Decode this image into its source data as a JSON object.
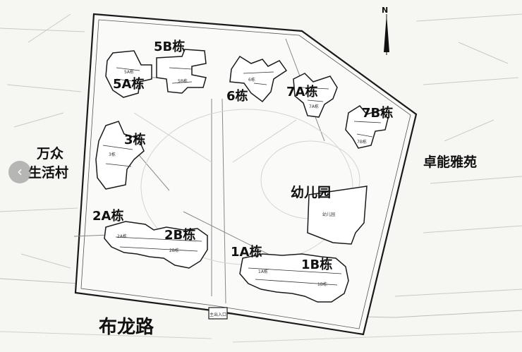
{
  "map": {
    "north": "N",
    "buildings": {
      "b5b": "5B栋",
      "b5a": "5A栋",
      "b6": "6栋",
      "b7a": "7A栋",
      "b7b": "7B栋",
      "b3": "3栋",
      "b2a": "2A栋",
      "b2b": "2B栋",
      "b1a": "1A栋",
      "b1b": "1B栋"
    },
    "areas": {
      "kindergarten": "幼儿园",
      "wanzhong_line1": "万众",
      "wanzhong_line2": "生活村",
      "zhuoneng": "卓能雅苑"
    },
    "road": "布龙路",
    "small_labels": {
      "kindergarten_inner": "幼儿园",
      "b5a": "5A栋",
      "b5b": "5B栋",
      "b6": "6栋",
      "b7a": "7A栋",
      "b7b": "7B栋",
      "b3": "3栋",
      "b2a": "2A栋",
      "b2b": "2B栋",
      "b1a": "1A栋",
      "b1b": "1B栋",
      "gate": "主出入口"
    }
  },
  "ui": {
    "back_icon": "chevron-left-icon",
    "back_glyph": "‹"
  }
}
